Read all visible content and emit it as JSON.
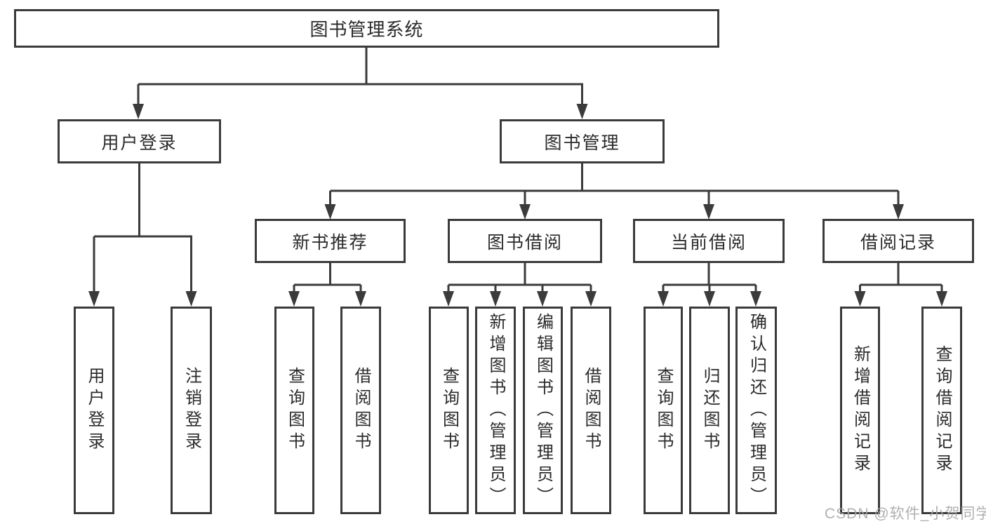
{
  "title": "图书管理系统",
  "watermark": "CSDN @软件_小贺同学",
  "colors": {
    "line": "#3b3b3b",
    "box_border": "#3b3b3b",
    "text": "#2b2b2b",
    "watermark": "#a8a8a8",
    "background": "#ffffff"
  },
  "tree": {
    "root": "图书管理系统",
    "level2": [
      "用户登录",
      "图书管理"
    ],
    "level3": [
      "新书推荐",
      "图书借阅",
      "当前借阅",
      "借阅记录"
    ],
    "leaves": [
      "用户登录",
      "注销登录",
      "查询图书",
      "借阅图书",
      "查询图书",
      "新增图书（管理员）",
      "编辑图书（管理员）",
      "借阅图书",
      "查询图书",
      "归还图书",
      "确认归还（管理员）",
      "新增借阅记录",
      "查询借阅记录"
    ],
    "edges": {
      "图书管理系统": [
        "用户登录",
        "图书管理"
      ],
      "用户登录": [
        "用户登录",
        "注销登录"
      ],
      "图书管理": [
        "新书推荐",
        "图书借阅",
        "当前借阅",
        "借阅记录"
      ],
      "新书推荐": [
        "查询图书",
        "借阅图书"
      ],
      "图书借阅": [
        "查询图书",
        "新增图书（管理员）",
        "编辑图书（管理员）",
        "借阅图书"
      ],
      "当前借阅": [
        "查询图书",
        "归还图书",
        "确认归还（管理员）"
      ],
      "借阅记录": [
        "新增借阅记录",
        "查询借阅记录"
      ]
    }
  }
}
